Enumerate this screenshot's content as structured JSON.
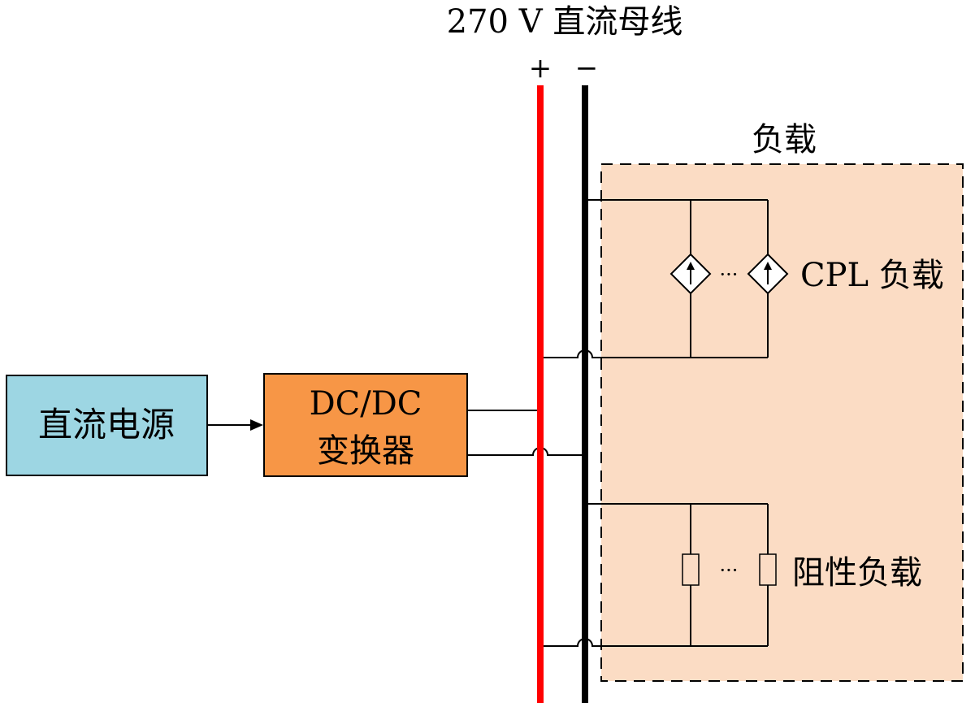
{
  "bus": {
    "title": "270 V 直流母线",
    "plus_symbol": "+",
    "minus_symbol": "−",
    "plus_color": "#ff0000",
    "minus_color": "#000000"
  },
  "source": {
    "label": "直流电源",
    "fill": "#9dd6e3"
  },
  "converter": {
    "line1": "DC/DC",
    "line2": "变换器",
    "fill": "#f79646"
  },
  "load_region": {
    "label": "负载",
    "fill": "#fbdcc4"
  },
  "cpl_load": {
    "label": "CPL 负载",
    "ellipsis": "···"
  },
  "resistive_load": {
    "label": "阻性负载",
    "ellipsis": "···"
  }
}
